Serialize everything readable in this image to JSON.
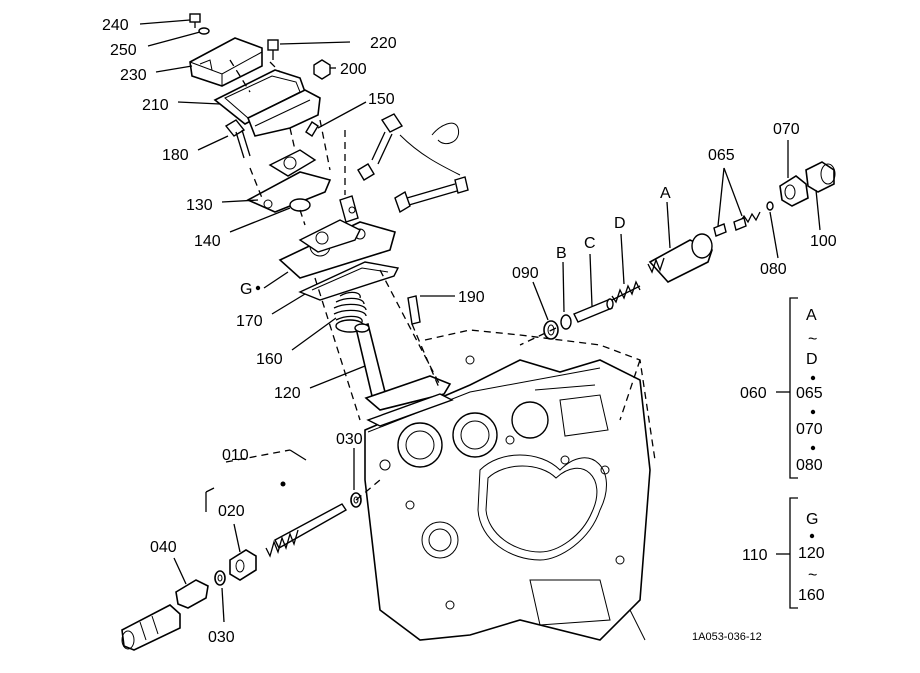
{
  "labels": {
    "p240": "240",
    "p250": "250",
    "p230": "230",
    "p210": "210",
    "p220": "220",
    "p200": "200",
    "p150": "150",
    "p180": "180",
    "p130": "130",
    "p140": "140",
    "pG": "G",
    "p170": "170",
    "p190": "190",
    "p160": "160",
    "p120": "120",
    "p070": "070",
    "p065": "065",
    "pA": "A",
    "pD": "D",
    "pC": "C",
    "pB": "B",
    "p090": "090",
    "p080": "080",
    "p100": "100",
    "p010": "010",
    "p030a": "030",
    "p020": "020",
    "p040": "040",
    "p030b": "030"
  },
  "group_060": {
    "label": "060",
    "items": [
      "A",
      "~",
      "D",
      "065",
      "070",
      "080"
    ]
  },
  "group_110": {
    "label": "110",
    "items": [
      "G",
      "120",
      "~",
      "160"
    ]
  },
  "figure_code": "1A053-036-12"
}
